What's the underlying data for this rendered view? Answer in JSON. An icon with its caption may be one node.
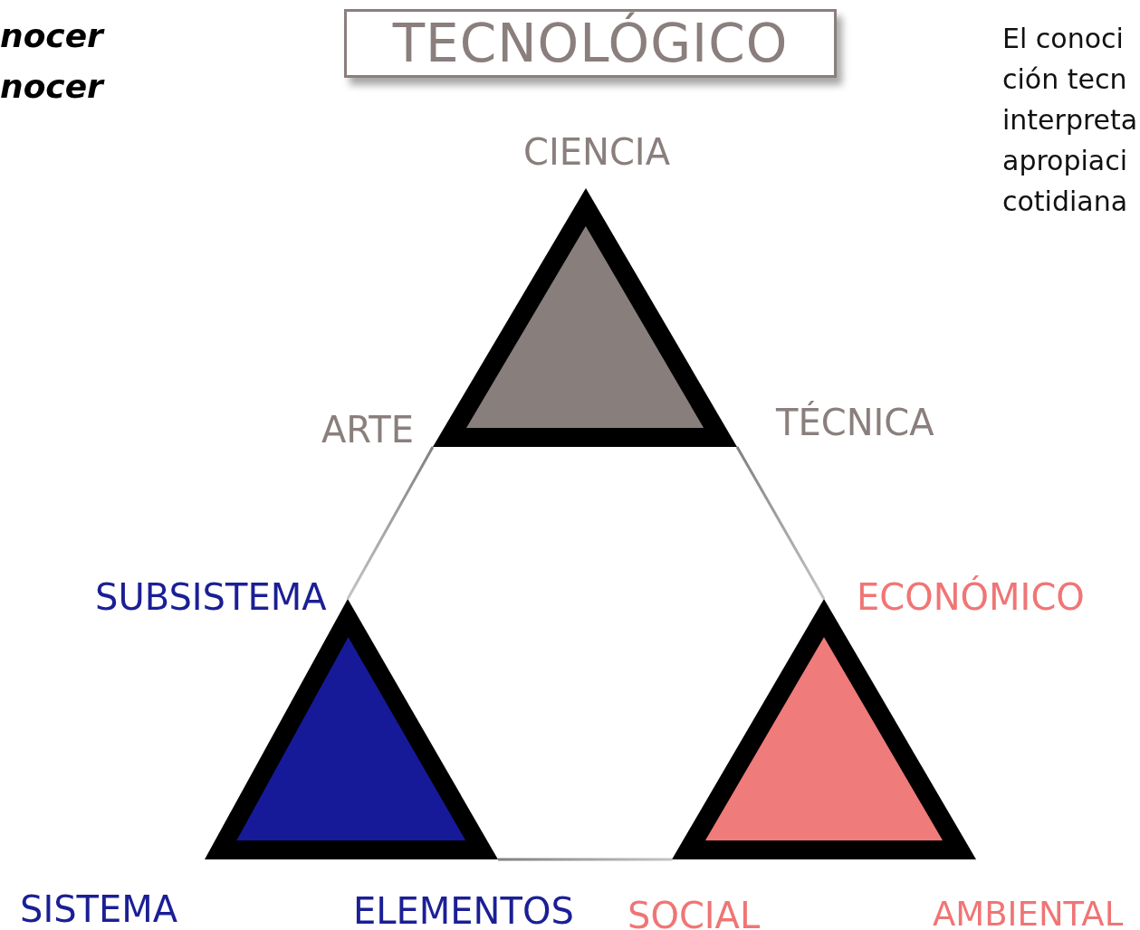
{
  "diagram": {
    "title": "TECNOLÓGICO",
    "nodes": [
      {
        "text": [],
        "shape": "triangle",
        "beside": [
          "CIENCIA",
          "ARTE",
          "TÉCNICA"
        ]
      },
      {
        "text": [],
        "shape": "triangle",
        "beside": [
          "SUBSISTEMA",
          "SISTEMA",
          "ELEMENTOS"
        ]
      },
      {
        "text": [],
        "shape": "triangle",
        "beside": [
          "ECONÓMICO",
          "SOCIAL",
          "AMBIENTAL"
        ]
      }
    ],
    "edges": [
      {
        "from": 0,
        "to": 1,
        "arrow": "none"
      },
      {
        "from": 0,
        "to": 2,
        "arrow": "none"
      },
      {
        "from": 1,
        "to": 2,
        "arrow": "none"
      }
    ],
    "labels": [
      "nocer",
      "nocer",
      "El conoci",
      "ción tecn",
      "interpreta",
      "apropiaci",
      "cotidiana"
    ]
  }
}
